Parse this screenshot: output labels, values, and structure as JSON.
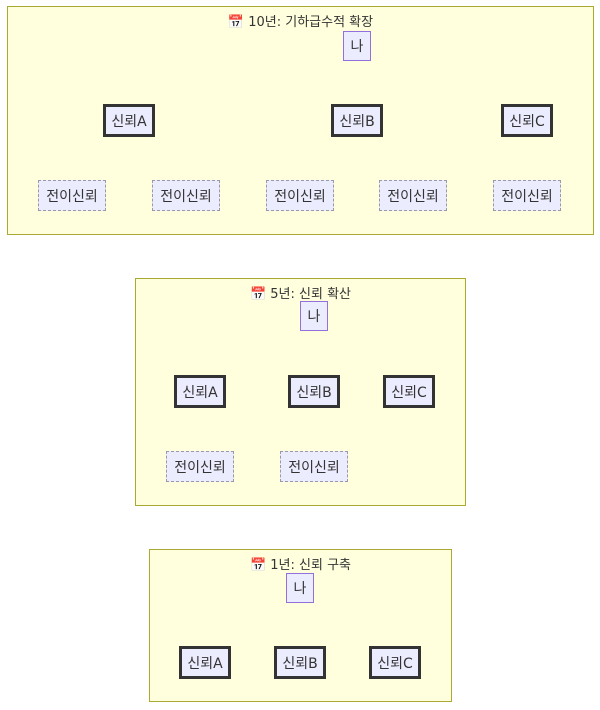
{
  "clusters": [
    {
      "title": "📅 10년: 기하급수적 확장",
      "root": "나",
      "trusts": [
        "신뢰A",
        "신뢰B",
        "신뢰C"
      ],
      "derived": [
        "전이신뢰",
        "전이신뢰",
        "전이신뢰",
        "전이신뢰",
        "전이신뢰"
      ]
    },
    {
      "title": "📅 5년: 신뢰 확산",
      "root": "나",
      "trusts": [
        "신뢰A",
        "신뢰B",
        "신뢰C"
      ],
      "derived": [
        "전이신뢰",
        "전이신뢰"
      ]
    },
    {
      "title": "📅 1년: 신뢰 구축",
      "root": "나",
      "trusts": [
        "신뢰A",
        "신뢰B",
        "신뢰C"
      ],
      "derived": []
    }
  ],
  "colors": {
    "cluster_fill": "#ffffde",
    "cluster_border": "#aaaa33",
    "node_fill": "#ececff",
    "node_border": "#9370db",
    "edge": "#333333"
  }
}
